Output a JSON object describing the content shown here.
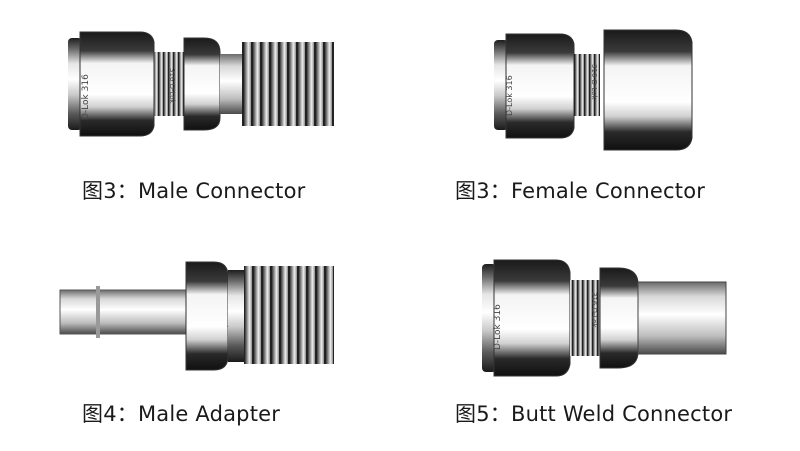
{
  "captions": {
    "fig1": "图3：Male Connector",
    "fig2": "图3：Female Connector",
    "fig3": "图4：Male Adapter",
    "fig4": "图5：Butt Weld Connector"
  },
  "nut_marking": "D-Lok 316",
  "body_marking": "316 D-Lok",
  "colors": {
    "metal_light": "#f2f2f2",
    "metal_dark": "#2b2b2b",
    "metal_mid": "#9a9a9a"
  }
}
